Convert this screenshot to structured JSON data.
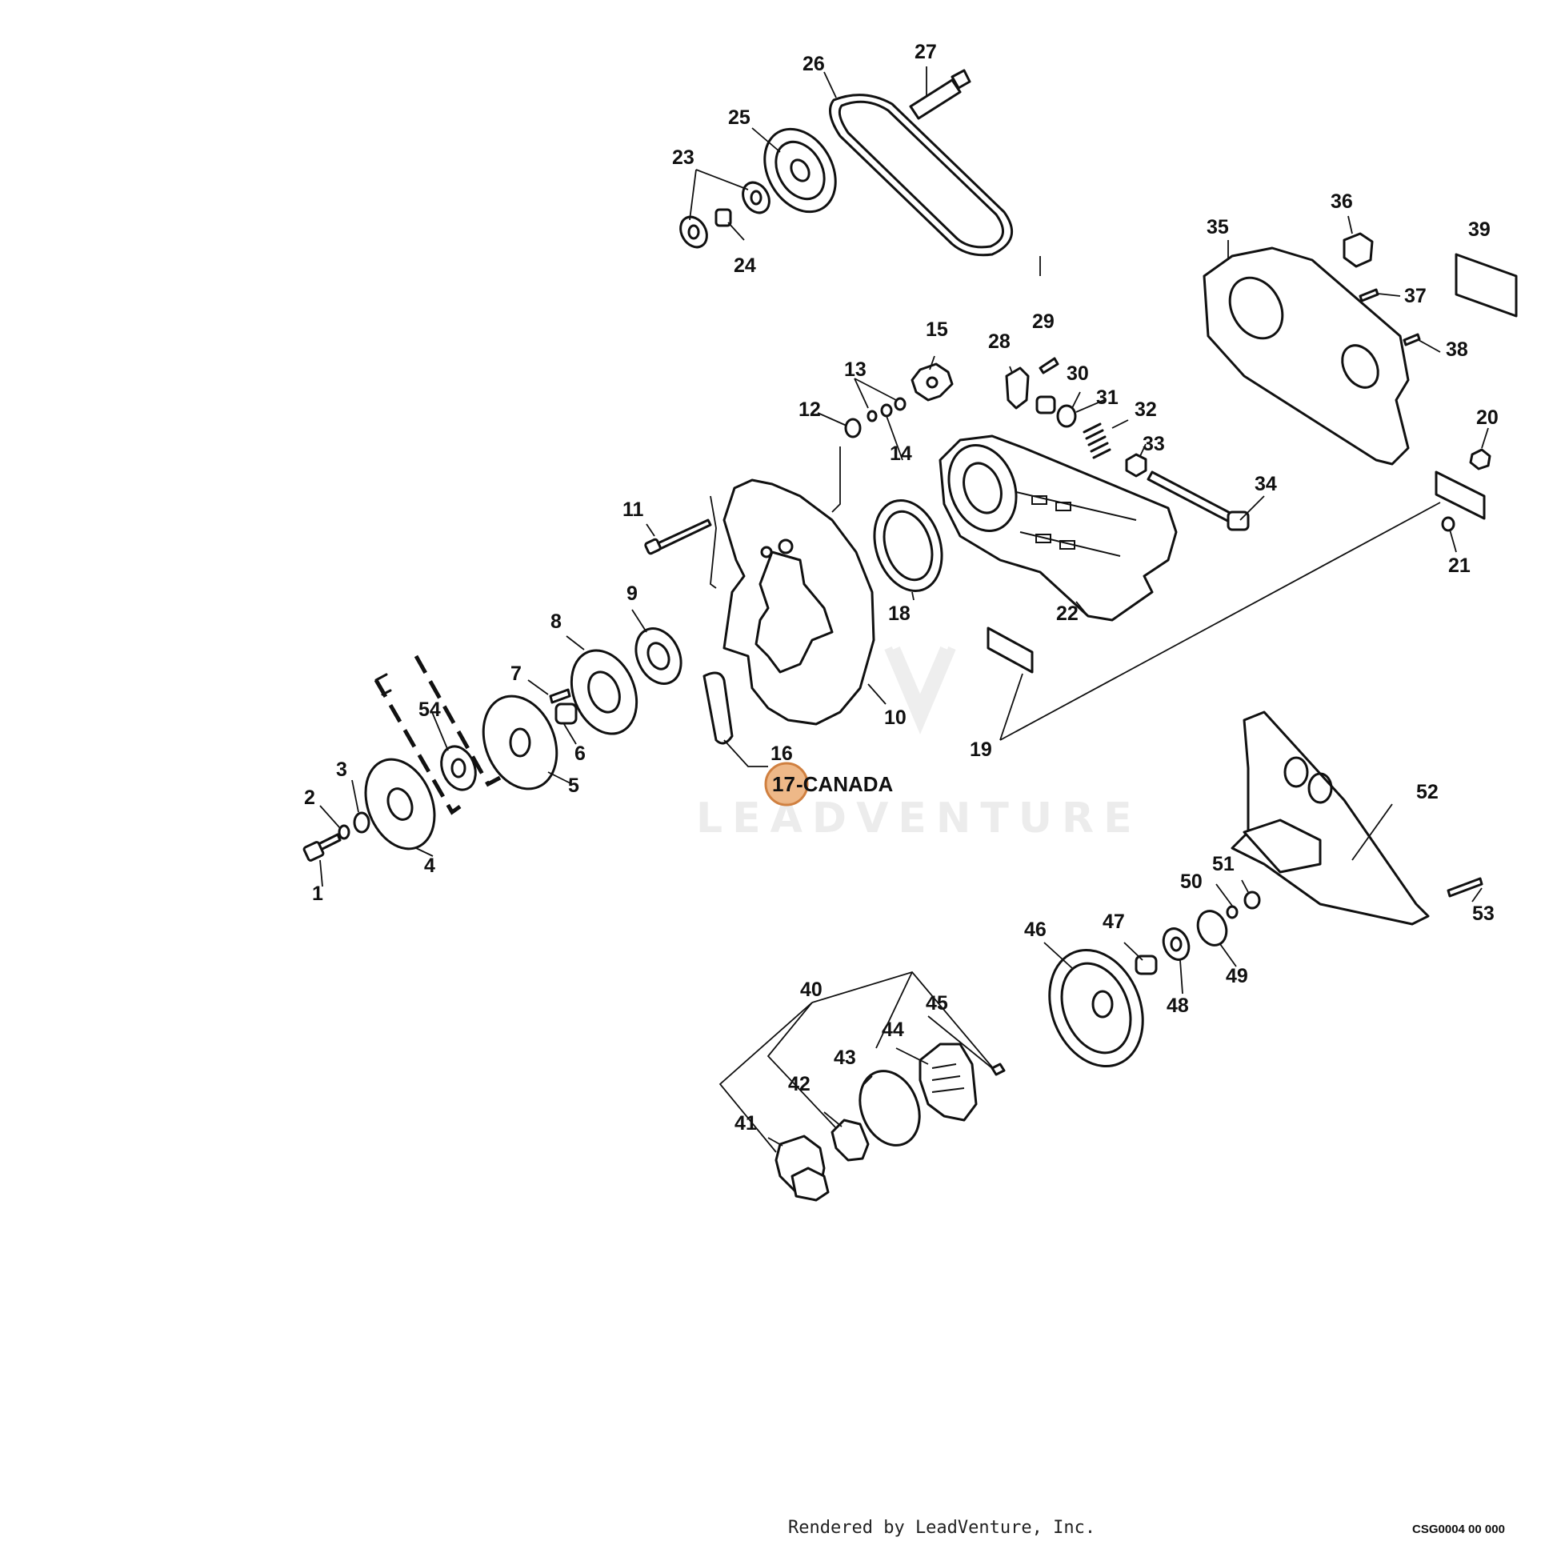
{
  "diagram": {
    "watermark": "LEADVENTURE",
    "footer_text": "Rendered by LeadVenture, Inc.",
    "diagram_code": "CSG0004 00 000",
    "highlight": {
      "label": "17",
      "suffix": "-CANADA",
      "color": "#e8a060"
    },
    "callouts": [
      "1",
      "2",
      "3",
      "4",
      "5",
      "6",
      "7",
      "8",
      "9",
      "10",
      "11",
      "12",
      "13",
      "14",
      "15",
      "16",
      "18",
      "19",
      "20",
      "21",
      "22",
      "23",
      "24",
      "25",
      "26",
      "27",
      "28",
      "29",
      "30",
      "31",
      "32",
      "33",
      "34",
      "35",
      "36",
      "37",
      "38",
      "39",
      "40",
      "41",
      "42",
      "43",
      "44",
      "45",
      "46",
      "47",
      "48",
      "49",
      "50",
      "51",
      "52",
      "53",
      "54"
    ]
  }
}
